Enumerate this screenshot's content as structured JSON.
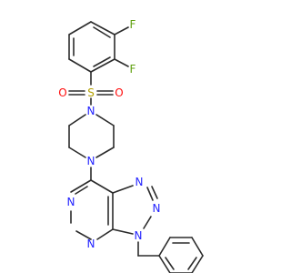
{
  "molecule": {
    "atoms": {
      "f_top": "F",
      "f_mid": "F",
      "s": "S",
      "o_left": "O",
      "o_right": "O",
      "n_pip_top": "N",
      "n_pip_bottom": "N",
      "n_triazole_1": "N",
      "n_triazole_2": "N",
      "n_triazole_3": "N",
      "n_pyrimidine_1": "N",
      "n_pyrimidine_2": "N"
    },
    "colors": {
      "carbon_bond": "#2b2b2b",
      "nitrogen": "#2424ff",
      "oxygen": "#ff0d0d",
      "sulfur": "#b3a000",
      "fluorine": "#5fa010"
    }
  }
}
